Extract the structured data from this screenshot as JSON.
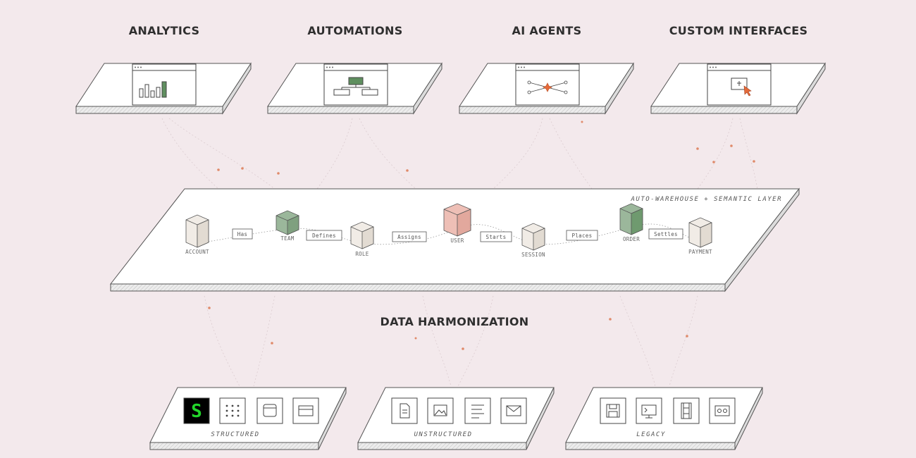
{
  "top_layers": [
    {
      "id": "analytics",
      "title": "ANALYTICS",
      "icon": "bar-chart-icon"
    },
    {
      "id": "automations",
      "title": "AUTOMATIONS",
      "icon": "workflow-icon"
    },
    {
      "id": "ai-agents",
      "title": "AI AGENTS",
      "icon": "agent-network-icon"
    },
    {
      "id": "custom-interfaces",
      "title": "CUSTOM INTERFACES",
      "icon": "cursor-window-icon"
    }
  ],
  "semantic_layer": {
    "label": "AUTO-WAREHOUSE + SEMANTIC LAYER",
    "entities": [
      "ACCOUNT",
      "TEAM",
      "ROLE",
      "USER",
      "SESSION",
      "ORDER",
      "PAYMENT"
    ],
    "relations": [
      "Has",
      "Defines",
      "Assigns",
      "Starts",
      "Places",
      "Settles"
    ]
  },
  "harmonization": {
    "title": "DATA HARMONIZATION"
  },
  "sources": [
    {
      "id": "structured",
      "label": "STRUCTURED",
      "icons": [
        "s-logo-icon",
        "grid-dots-icon",
        "database-icon",
        "card-icon"
      ]
    },
    {
      "id": "unstructured",
      "label": "UNSTRUCTURED",
      "icons": [
        "document-icon",
        "image-icon",
        "text-lines-icon",
        "mail-icon"
      ]
    },
    {
      "id": "legacy",
      "label": "LEGACY",
      "icons": [
        "floppy-disk-icon",
        "terminal-icon",
        "film-icon",
        "tape-icon"
      ]
    }
  ],
  "colors": {
    "background": "#f3e9ec",
    "accent_green": "#5f8f5f",
    "accent_pink": "#e5aea4",
    "dot_orange": "#e08a6a",
    "cursor_orange": "#e56a3a"
  }
}
